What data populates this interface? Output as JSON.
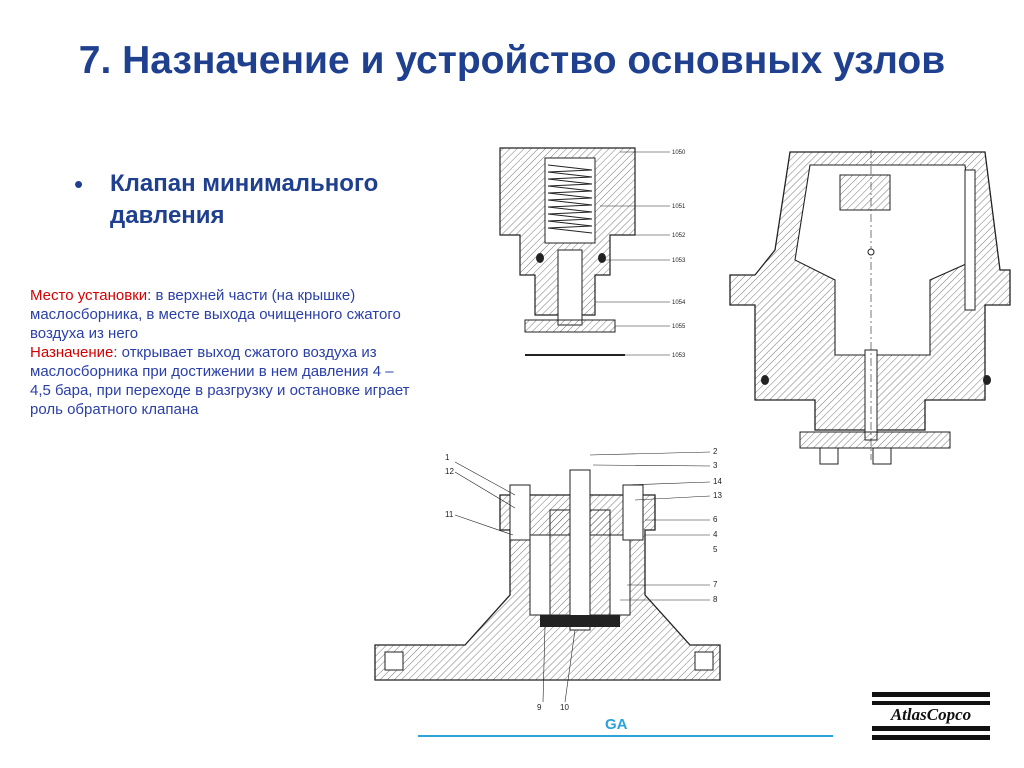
{
  "slide": {
    "title": "7. Назначение и устройство основных узлов",
    "bullet": "Клапан минимального давления",
    "description": [
      {
        "label": "Место установки",
        "text": ": в верхней части (на крышке) маслосборника, в месте выхода очищенного сжатого воздуха из него"
      },
      {
        "label": "Назначение",
        "text": ": открывает выход сжатого воздуха из маслосборника при достижении в нем давления 4 – 4,5 бара, при переходе в разгрузку и остановке играет роль обратного клапана"
      }
    ],
    "footer_text": "GA",
    "logo_text": "AtlasCopco"
  },
  "drawing_top": {
    "labels": [
      "1050",
      "1051",
      "1052",
      "1053",
      "1054",
      "1055",
      "1053"
    ]
  },
  "drawing_bottom": {
    "labels": [
      "2",
      "3",
      "14",
      "13",
      "6",
      "4",
      "5",
      "7",
      "8",
      "1",
      "12",
      "11",
      "9",
      "10"
    ]
  },
  "colors": {
    "title": "#1f3f8f",
    "label_red": "#d40000",
    "body_blue": "#2a3fa8",
    "footer_blue": "#2aa3d8"
  }
}
